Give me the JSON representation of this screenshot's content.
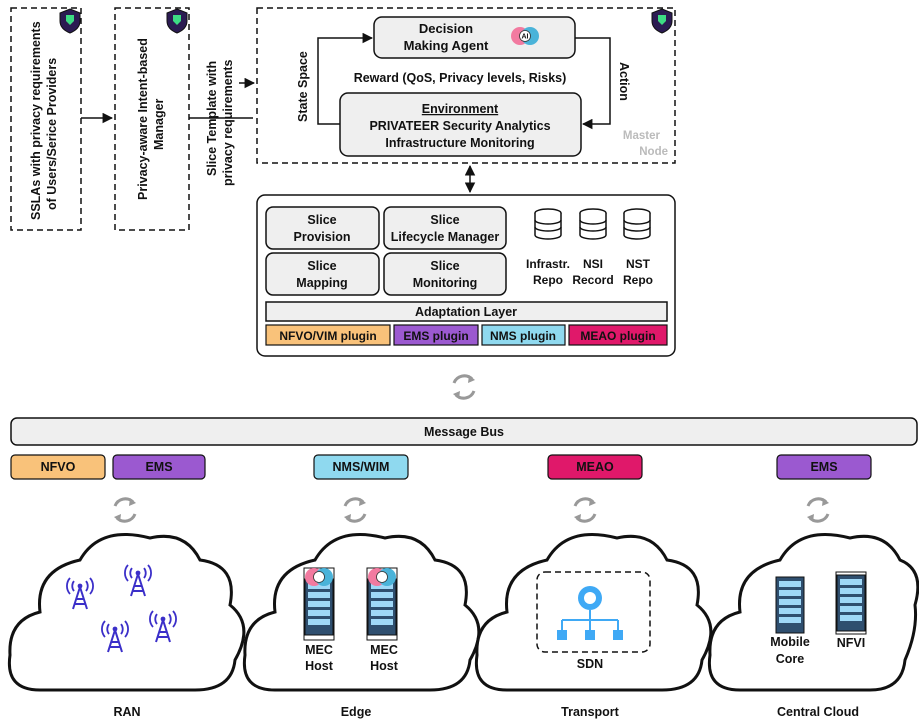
{
  "left_boxes": {
    "sslas": [
      "SSLAs with privacy requirements",
      "of Users/Serice Providers"
    ],
    "manager": [
      "Privacy-aware Intent-based",
      "Manager"
    ],
    "template": [
      "Slice Template with",
      "privacy requirements"
    ]
  },
  "master": {
    "agent": [
      "Decision",
      "Making Agent"
    ],
    "ai_badge": "AI",
    "reward": "Reward (QoS, Privacy levels, Risks)",
    "state_space": "State Space",
    "action": "Action",
    "env_title": "Environment",
    "env_lines": [
      "PRIVATEER Security Analytics",
      "Infrastructure Monitoring"
    ],
    "node": [
      "Master",
      "Node"
    ]
  },
  "orchestrator": {
    "modules": [
      [
        "Slice",
        "Provision"
      ],
      [
        "Slice",
        "Lifecycle Manager"
      ],
      [
        "Slice",
        "Mapping"
      ],
      [
        "Slice",
        "Monitoring"
      ]
    ],
    "repos": [
      [
        "Infrastr.",
        "Repo"
      ],
      [
        "NSI",
        "Record"
      ],
      [
        "NST",
        "Repo"
      ]
    ],
    "adaptation": "Adaptation Layer",
    "plugins": [
      {
        "label": "NFVO/VIM plugin",
        "color": "#f9c27a"
      },
      {
        "label": "EMS plugin",
        "color": "#9b59d0"
      },
      {
        "label": "NMS plugin",
        "color": "#8fd9ef"
      },
      {
        "label": "MEAO plugin",
        "color": "#e0186a"
      }
    ]
  },
  "bus": "Message Bus",
  "controllers": [
    {
      "label": "NFVO",
      "color": "#f9c27a"
    },
    {
      "label": "EMS",
      "color": "#9b59d0"
    },
    {
      "label": "NMS/WIM",
      "color": "#8fd9ef"
    },
    {
      "label": "MEAO",
      "color": "#e0186a"
    },
    {
      "label": "EMS",
      "color": "#9b59d0"
    }
  ],
  "domains": {
    "ran": {
      "label": "RAN"
    },
    "edge": {
      "label": "Edge",
      "hosts": [
        [
          "MEC",
          "Host"
        ],
        [
          "MEC",
          "Host"
        ]
      ]
    },
    "transport": {
      "label": "Transport",
      "sdn": "SDN"
    },
    "cloud": {
      "label": "Central Cloud",
      "items": [
        [
          "Mobile",
          "Core"
        ],
        [
          "NFVI"
        ]
      ]
    }
  },
  "colors": {
    "box_fill": "#efefef",
    "stroke": "#111111",
    "antenna": "#3b2fc9",
    "server": "#4a6a8a"
  }
}
